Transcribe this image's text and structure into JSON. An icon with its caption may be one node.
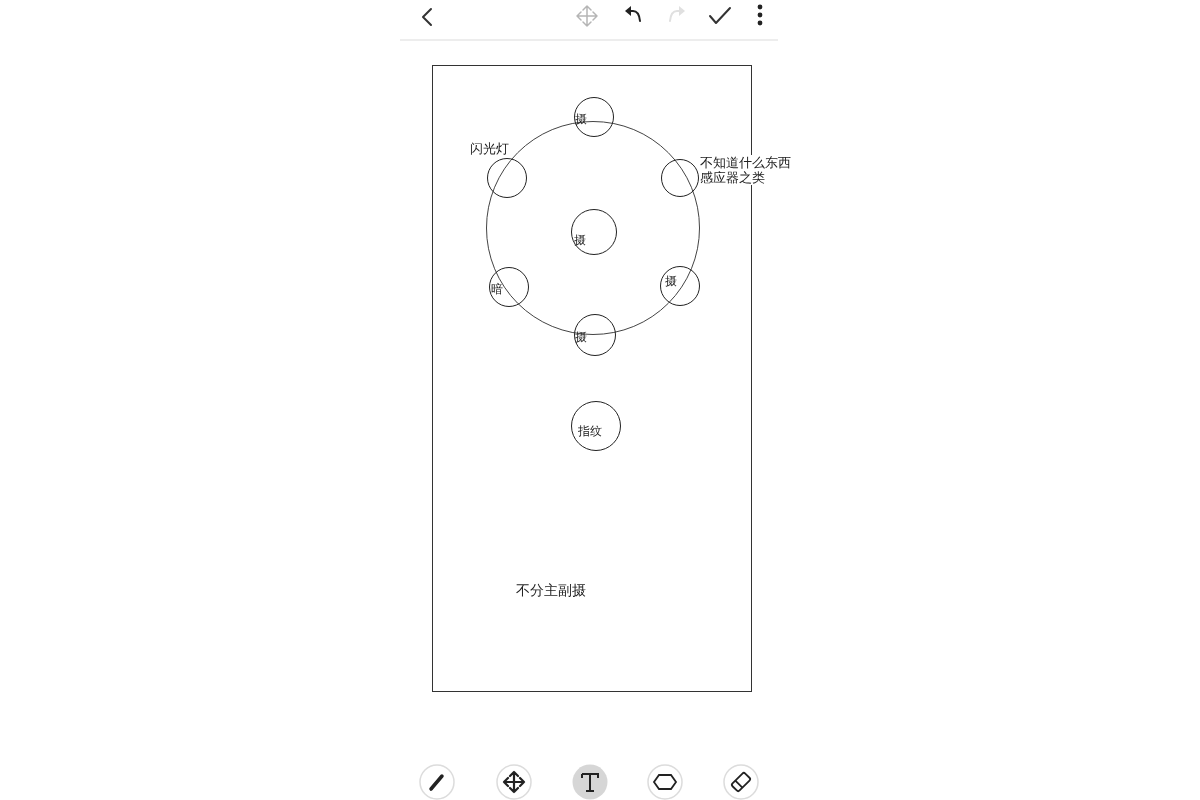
{
  "diagram": {
    "nodes": [
      {
        "text": [],
        "shape": "box"
      },
      {
        "text": [],
        "shape": "circle",
        "in": 0
      },
      {
        "text": [
          "摄"
        ],
        "in": 0
      },
      {
        "text": [],
        "shape": "circle",
        "in": 1,
        "beside": [
          "闪光灯"
        ]
      },
      {
        "text": [],
        "shape": "circle",
        "in": 1,
        "beside": [
          "不知道什么东西感应器之类"
        ]
      },
      {
        "text": [
          "摄"
        ],
        "in": 1
      },
      {
        "text": [
          "暗"
        ],
        "in": 1
      },
      {
        "text": [
          "摄"
        ],
        "in": 1
      },
      {
        "text": [
          "摄"
        ],
        "in": 0
      },
      {
        "text": [
          "指纹"
        ],
        "in": 0
      }
    ],
    "labels": [
      "不分主副摄"
    ]
  }
}
